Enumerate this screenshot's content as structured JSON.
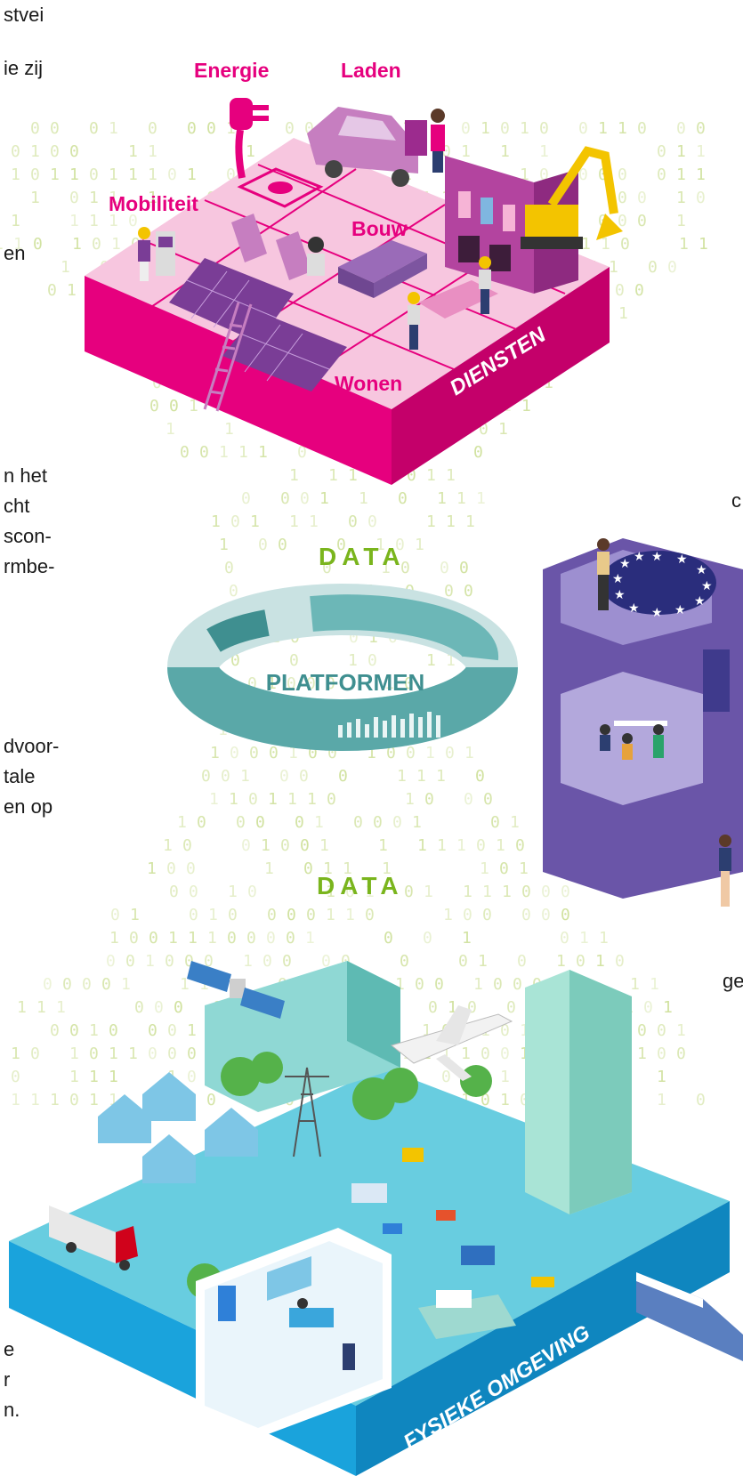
{
  "colors": {
    "services_magenta": "#e6007e",
    "platform_teal": "#5aa8a8",
    "data_green": "#7ab51d",
    "government_purple": "#6a55a8",
    "physical_blue": "#1aa3dc",
    "binary_green": "#c9dd8f"
  },
  "left_column_fragments": [
    "stvei",
    "ie zij",
    "en",
    "n het",
    "cht",
    "scon-",
    "rmbe-",
    "dvoor-",
    "tale",
    "en op",
    "e",
    "r",
    "n."
  ],
  "right_column_fragments": [
    "c",
    "ge"
  ],
  "services": {
    "labels": {
      "energie": "Energie",
      "laden": "Laden",
      "mobiliteit": "Mobiliteit",
      "bouw": "Bouw",
      "wonen": "Wonen"
    },
    "block_label": "DIENSTEN"
  },
  "data_label_top": "DATA",
  "data_label_bottom": "DATA",
  "platform_label": "PLATFORMEN",
  "physical_label": "FYSIEKE OMGEVING",
  "icons": [
    "plug-icon",
    "car-icon",
    "excavator-icon",
    "solar-panel-icon",
    "ladder-icon",
    "train-icon",
    "satellite-icon",
    "airplane-icon",
    "truck-icon",
    "eu-flag-icon",
    "coat-of-arms-icon"
  ]
}
